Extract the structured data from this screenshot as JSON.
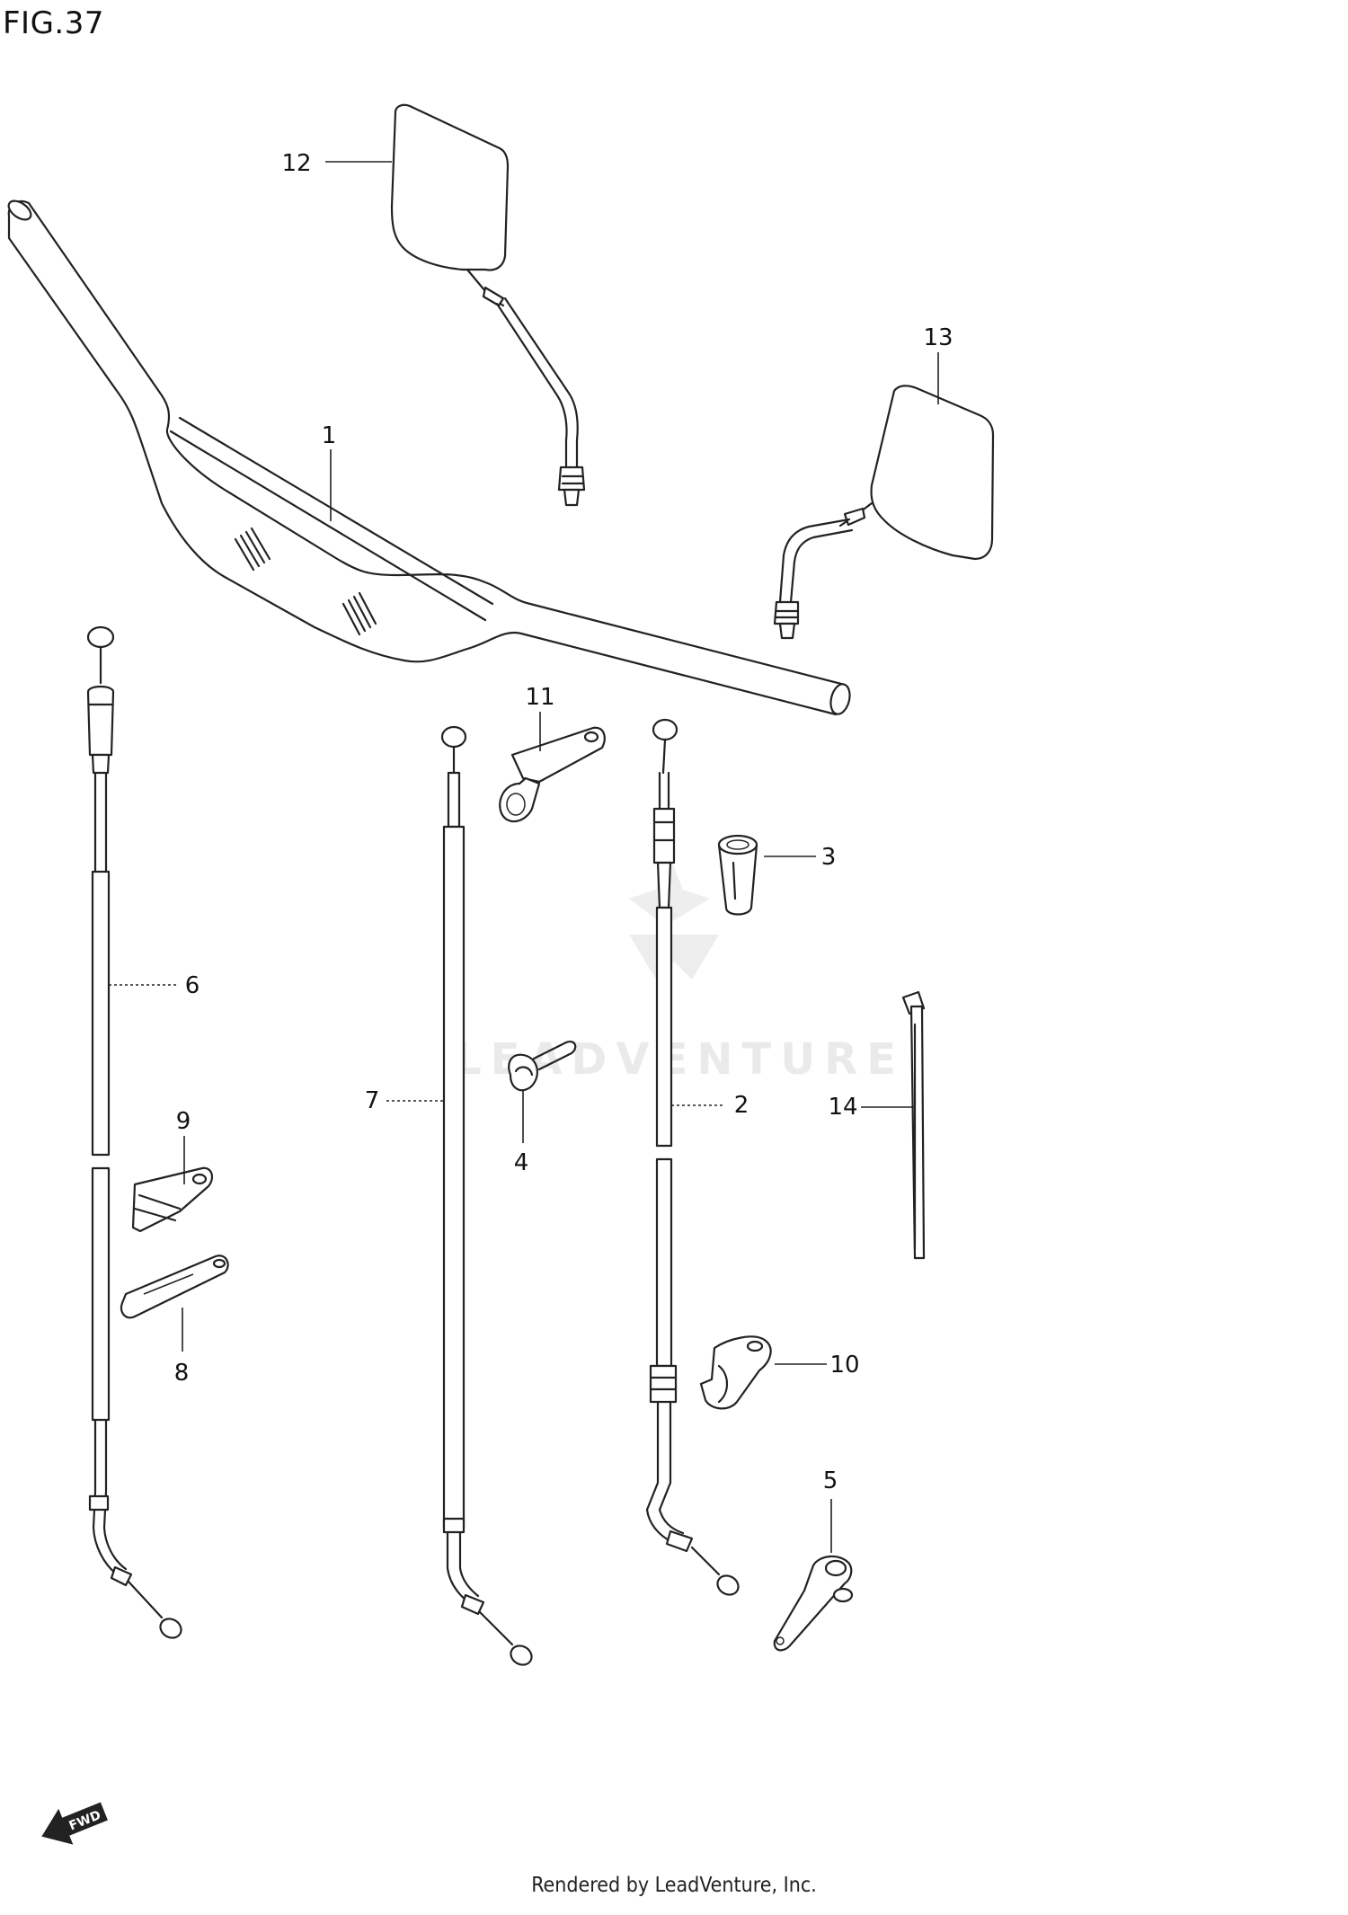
{
  "figure": {
    "title": "FIG.37"
  },
  "watermark": {
    "brand": "LEADVENTURE"
  },
  "direction_badge": {
    "label": "FWD"
  },
  "footer": {
    "text": "Rendered by LeadVenture, Inc."
  },
  "callouts": [
    {
      "id": "1",
      "label": "1",
      "part": "handlebar"
    },
    {
      "id": "2",
      "label": "2",
      "part": "cable"
    },
    {
      "id": "3",
      "label": "3",
      "part": "grip-boot"
    },
    {
      "id": "4",
      "label": "4",
      "part": "clamp"
    },
    {
      "id": "5",
      "label": "5",
      "part": "bracket"
    },
    {
      "id": "6",
      "label": "6",
      "part": "cable"
    },
    {
      "id": "7",
      "label": "7",
      "part": "cable"
    },
    {
      "id": "8",
      "label": "8",
      "part": "bracket"
    },
    {
      "id": "9",
      "label": "9",
      "part": "clamp"
    },
    {
      "id": "10",
      "label": "10",
      "part": "clamp"
    },
    {
      "id": "11",
      "label": "11",
      "part": "bracket"
    },
    {
      "id": "12",
      "label": "12",
      "part": "mirror-left"
    },
    {
      "id": "13",
      "label": "13",
      "part": "mirror-right"
    },
    {
      "id": "14",
      "label": "14",
      "part": "cable-tie"
    }
  ]
}
